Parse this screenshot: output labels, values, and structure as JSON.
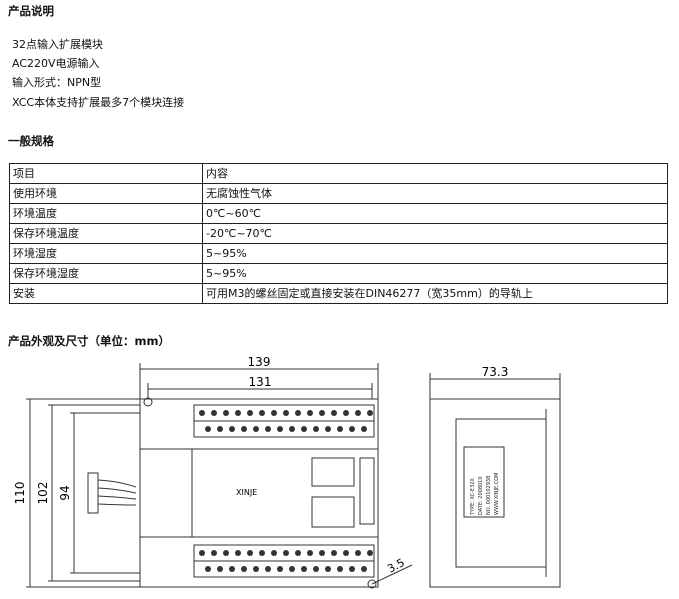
{
  "sections": {
    "product_desc_title": "产品说明",
    "general_spec_title": "一般规格",
    "dimensions_title": "产品外观及尺寸（单位：mm）"
  },
  "description": [
    "32点输入扩展模块",
    "AC220V电源输入",
    "输入形式：NPN型",
    "XCC本体支持扩展最多7个模块连接"
  ],
  "spec_table": {
    "header": [
      "项目",
      "内容"
    ],
    "rows": [
      [
        "使用环境",
        "无腐蚀性气体"
      ],
      [
        "环境温度",
        "0℃~60℃"
      ],
      [
        "保存环境温度",
        "-20℃~70℃"
      ],
      [
        "环境湿度",
        "5~95%"
      ],
      [
        "保存环境湿度",
        "5~95%"
      ],
      [
        "安装",
        "可用M3的螺丝固定或直接安装在DIN46277（宽35mm）的导轨上"
      ]
    ]
  },
  "drawing": {
    "dim_width_total": "139",
    "dim_width_mount": "131",
    "dim_height_total": "110",
    "dim_height_mid": "102",
    "dim_height_inner": "94",
    "dim_hole": "3.5",
    "dim_depth": "73.3",
    "brand": "XINJE",
    "label_lines": [
      "TYPE: XC-E32X",
      "DATE: 2008010",
      "NO. 000102938",
      "WWW.XINJE.COM"
    ]
  }
}
